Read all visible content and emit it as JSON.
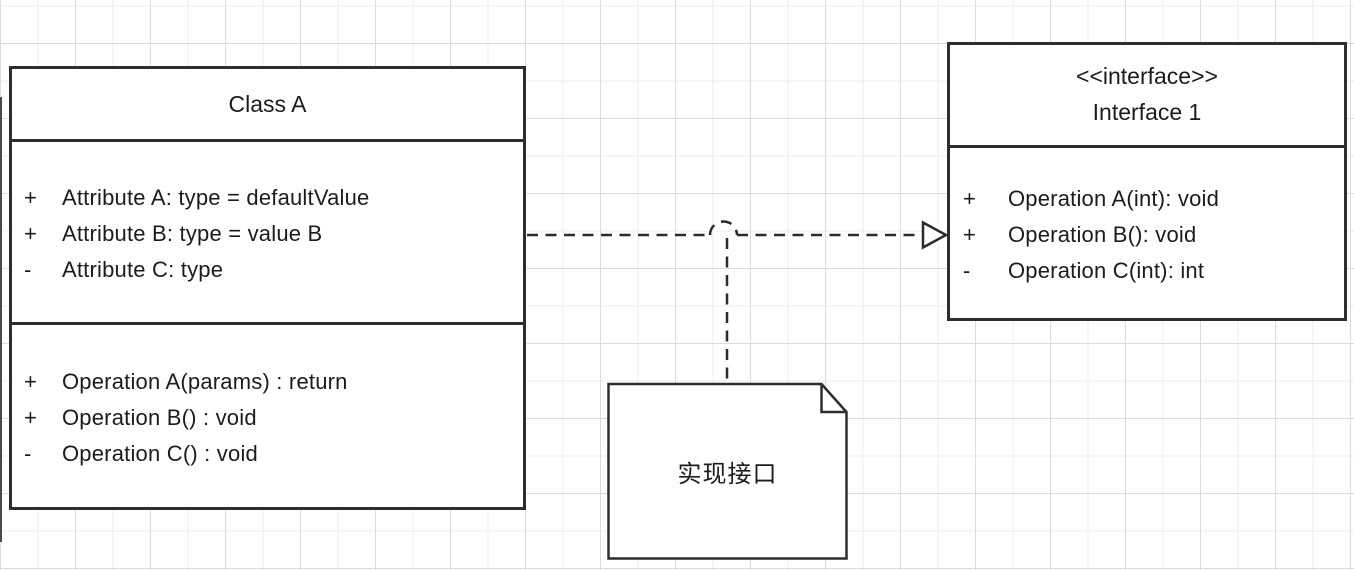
{
  "diagram": {
    "classA": {
      "title": "Class A",
      "attributes": [
        {
          "visibility": "+",
          "text": "Attribute A: type = defaultValue"
        },
        {
          "visibility": "+",
          "text": "Attribute B: type = value B"
        },
        {
          "visibility": "-",
          "text": "Attribute C: type"
        }
      ],
      "operations": [
        {
          "visibility": "+",
          "text": "Operation A(params) : return"
        },
        {
          "visibility": "+",
          "text": "Operation B() : void"
        },
        {
          "visibility": "-",
          "text": "Operation C() : void"
        }
      ]
    },
    "interface1": {
      "stereotype": "<<interface>>",
      "title": "Interface 1",
      "operations": [
        {
          "visibility": "+",
          "text": "Operation A(int): void"
        },
        {
          "visibility": "+",
          "text": "Operation B(): void"
        },
        {
          "visibility": "-",
          "text": "Operation C(int): int"
        }
      ]
    },
    "note": {
      "text": "实现接口"
    },
    "relationship": {
      "type": "realization",
      "style": "dashed-hollow-triangle"
    },
    "colors": {
      "line": "#2e2e2e",
      "text": "#1c1c1c",
      "background": "#ffffff",
      "grid_minor": "#ededed",
      "grid_major": "#dcdcdc"
    }
  }
}
